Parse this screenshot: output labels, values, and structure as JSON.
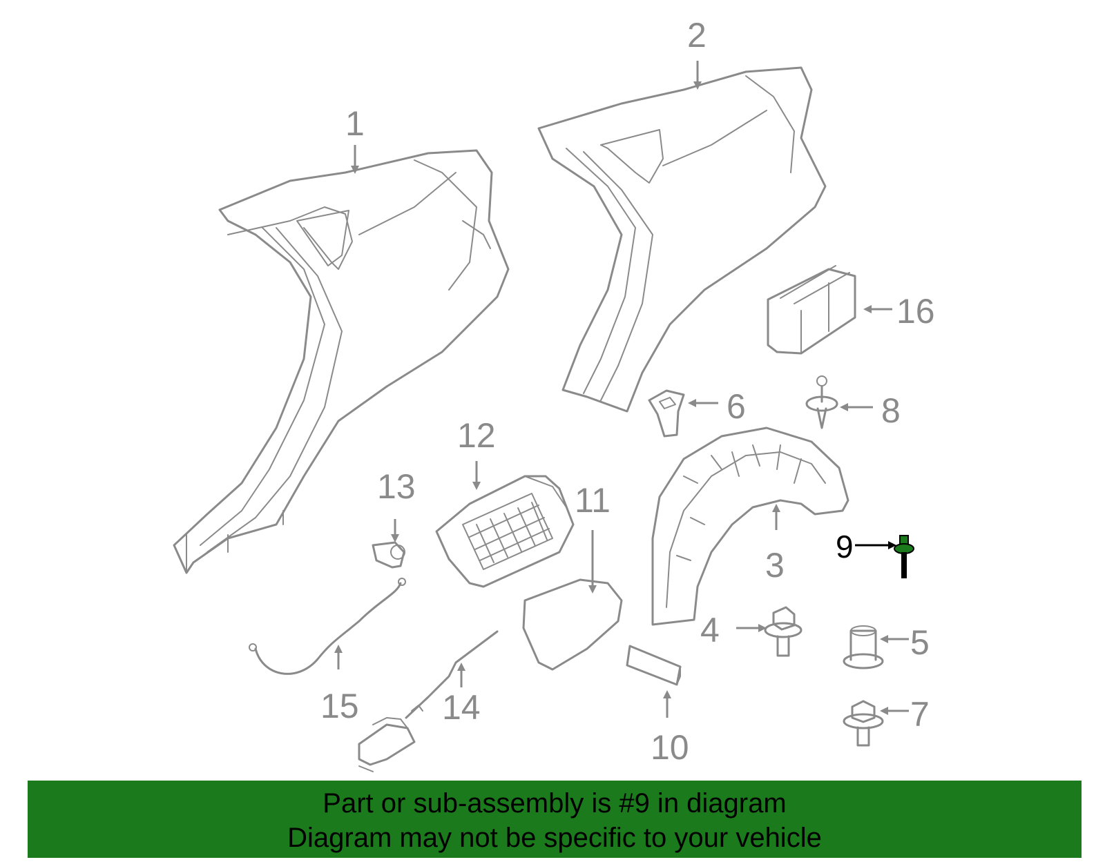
{
  "callouts": {
    "c1": "1",
    "c2": "2",
    "c3": "3",
    "c4": "4",
    "c5": "5",
    "c6": "6",
    "c7": "7",
    "c8": "8",
    "c9": "9",
    "c10": "10",
    "c11": "11",
    "c12": "12",
    "c13": "13",
    "c14": "14",
    "c15": "15",
    "c16": "16"
  },
  "highlight": {
    "part": "9",
    "color": "#1b7a1b",
    "line_color": "#8a8a8a",
    "highlight_text": "#000000"
  },
  "banner": {
    "line1": "Part or sub-assembly is #9 in diagram",
    "line2": "Diagram may not be specific to your vehicle"
  }
}
